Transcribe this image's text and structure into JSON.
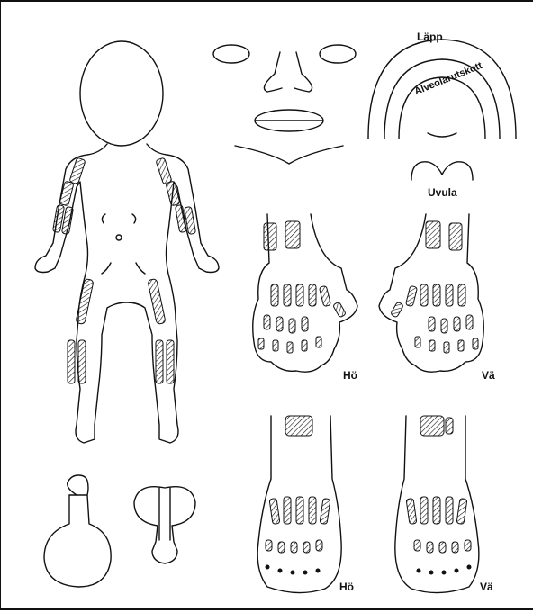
{
  "labels": {
    "lip": "Läpp",
    "alveolar_process": "Alveolarutskott",
    "uvula": "Uvula",
    "right_hand": "Hö",
    "left_hand": "Vä",
    "right_foot": "Hö",
    "left_foot": "Vä"
  },
  "colors": {
    "ink": "#111111",
    "background": "#ffffff"
  }
}
